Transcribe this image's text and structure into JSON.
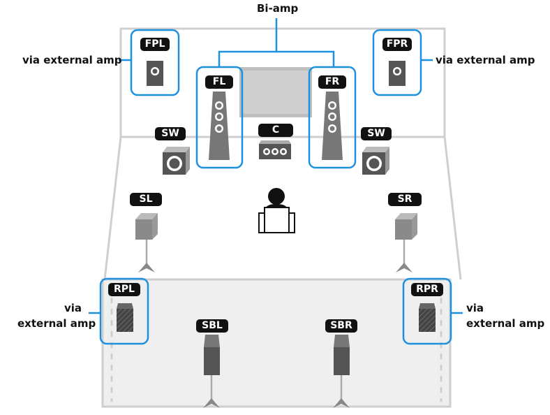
{
  "labels": {
    "biamp": "Bi-amp",
    "via_ext_top_left": "via external amp",
    "via_ext_top_right": "via external amp",
    "via_rear_left_line1": "via",
    "via_rear_left_line2": "external amp",
    "via_rear_right_line1": "via",
    "via_rear_right_line2": "external amp"
  },
  "speakers": {
    "fpl": "FPL",
    "fpr": "FPR",
    "fl": "FL",
    "fr": "FR",
    "c": "C",
    "swl": "SW",
    "swr": "SW",
    "sl": "SL",
    "sr": "SR",
    "rpl": "RPL",
    "rpr": "RPR",
    "sbl": "SBL",
    "sbr": "SBR"
  },
  "colors": {
    "highlight": "#1e90e0",
    "room_line": "#cfcfcf",
    "speaker_dark": "#555555",
    "speaker_light": "#8a8a8a"
  }
}
